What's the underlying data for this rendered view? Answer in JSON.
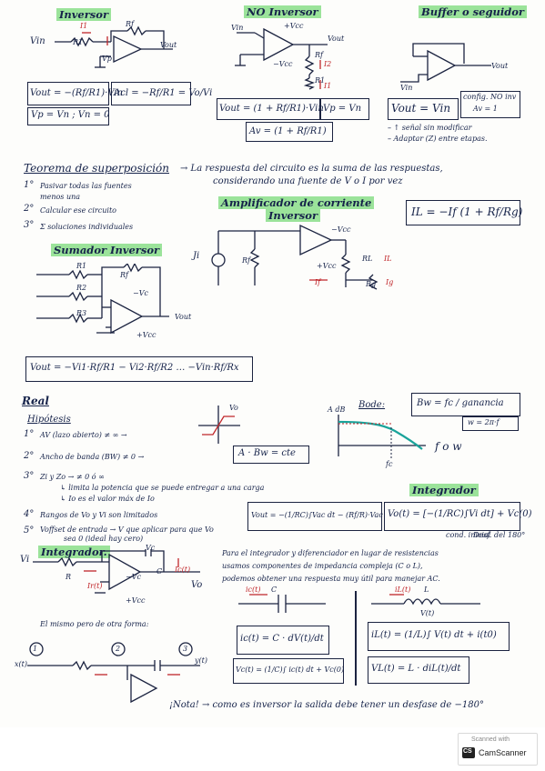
{
  "sections": {
    "inversor": {
      "title": "Inversor",
      "labels": {
        "vin": "Vin",
        "r1": "R1",
        "rf": "Rf",
        "i1": "I1",
        "vout": "Vout",
        "vp": "Vp"
      },
      "formula_vout": "Vout = −(Rf/R1)·Vin",
      "formula_gain": "Acl = −Rf/R1 = Vo/Vi",
      "formula_vp": "Vp = Vn ; Vn = 0"
    },
    "no_inversor": {
      "title": "NO Inversor",
      "labels": {
        "vin": "Vin",
        "vcc_pos": "+Vcc",
        "vcc_neg": "−Vcc",
        "vout": "Vout",
        "rf": "Rf",
        "r1": "R1",
        "i2": "I2",
        "i1": "I1"
      },
      "formula_vout": "Vout = (1 + Rf/R1)·Vin",
      "formula_vp": "Vp = Vn",
      "formula_gain": "Av = (1 + Rf/R1)"
    },
    "buffer": {
      "title": "Buffer o seguidor",
      "labels": {
        "vin": "Vin",
        "vout": "Vout"
      },
      "formula": "Vout = Vin",
      "config": "config. NO inv",
      "gain": "Av = 1",
      "note1": "– ↑ señal sin modificar",
      "note2": "– Adaptar (Z) entre etapas."
    },
    "superposicion": {
      "title": "Teorema de superposición",
      "statement": "→ La respuesta del circuito es la suma de las respuestas,",
      "statement2": "considerando una fuente de V o I por vez",
      "step1_num": "1°",
      "step1": "Pasivar todas las fuentes",
      "step1b": "menos una",
      "step2_num": "2°",
      "step2": "Calcular ese circuito",
      "step3_num": "3°",
      "step3": "Σ soluciones individuales"
    },
    "amplificador_corriente": {
      "title": "Amplificador de corriente",
      "subtitle": "Inversor",
      "formula": "IL = −If (1 + Rf/Rg)",
      "labels": {
        "ji": "Ji",
        "rf": "Rf",
        "rl": "RL",
        "il": "IL",
        "if": "If",
        "rg": "Rg",
        "ig": "Ig",
        "vcc_neg": "−Vcc",
        "vcc_pos": "+Vcc"
      }
    },
    "sumador": {
      "title": "Sumador Inversor",
      "labels": {
        "r1": "R1",
        "r2": "R2",
        "r3": "R3",
        "rf": "Rf",
        "vout": "Vout",
        "vcc_pos": "+Vcc",
        "vcc_neg": "−Vc"
      },
      "formula": "Vout = −Vi1·Rf/R1 − Vi2·Rf/R2 … −Vin·Rf/Rx"
    },
    "real": {
      "title": "Real",
      "hipotesis": "Hipótesis",
      "h1_num": "1°",
      "h1": "AV (lazo abierto) ≠ ∞ →",
      "h2_num": "2°",
      "h2": "Ancho de banda (BW) ≠ 0 →",
      "h2_box": "A · Bw = cte",
      "h3_num": "3°",
      "h3": "Zi y Zo → ≠ 0 ó ∞",
      "h3a": "↳ limita la potencia que se puede entregar a una carga",
      "h3b": "↳ Io es el valor máx de Io",
      "h4_num": "4°",
      "h4": "Rangos de Vo y Vi son limitados",
      "h5_num": "5°",
      "h5": "Voffset de entrada → V que aplicar para que Vo",
      "h5b": "sea 0 (ideal hay cero)",
      "vo_label": "Vo",
      "bode_title": "Bode:",
      "adb": "A dB",
      "fc": "fc",
      "fow": "f o w",
      "bw_formula": "Bw = fc / ganancia",
      "omega": "w = 2π·f"
    },
    "integrador_1": {
      "title": "Integrador",
      "formula": "Vout = −(1/RC)∫Vac dt − (Rf/R)·Vac",
      "formula2": "Vo(t) = [−(1/RC)∫Vi dt] + Vc(0)",
      "cond": "cond. inicial",
      "phase": "Desf. del 180°"
    },
    "integrador_2": {
      "title": "Integrador.",
      "labels": {
        "vi": "Vi",
        "r": "R",
        "c": "C",
        "vc": "Vc",
        "ic": "Ic(t)",
        "ir": "Ir(t)",
        "vo": "Vo",
        "vcc_pos": "+Vcc",
        "vcc_neg": "−Vc"
      },
      "alt": "El mismo pero de otra forma:",
      "node1": "1",
      "node2": "2",
      "node3": "3",
      "xt": "x(t)",
      "yt": "y(t)"
    },
    "impedancia": {
      "text1": "Para el integrador y diferenciador en lugar de resistencias",
      "text2": "usamos componentes de impedancia compleja (C o L),",
      "text3": "podemos obtener una respuesta muy útil para manejar AC.",
      "cap_ic": "ic(t) = C · dV(t)/dt",
      "cap_vc": "Vc(t) = (1/C)∫ ic(t) dt + Vc(0)",
      "ind_il": "iL(t) = (1/L)∫ V(t) dt + i(t0)",
      "ind_vl": "VL(t) = L · diL(t)/dt",
      "cap_label": "C",
      "ind_label": "L",
      "ic_label": "ic(t)",
      "il_label": "iL(t)",
      "vt": "V(t)"
    },
    "nota": "¡Nota! → como es inversor la salida debe tener un desfase de −180°"
  },
  "watermark": {
    "scanned": "Scanned with",
    "brand": "CamScanner"
  },
  "colors": {
    "highlight": "#9be39a",
    "ink": "#1b2340",
    "red": "#c0262a",
    "curve": "#1aa39a"
  }
}
